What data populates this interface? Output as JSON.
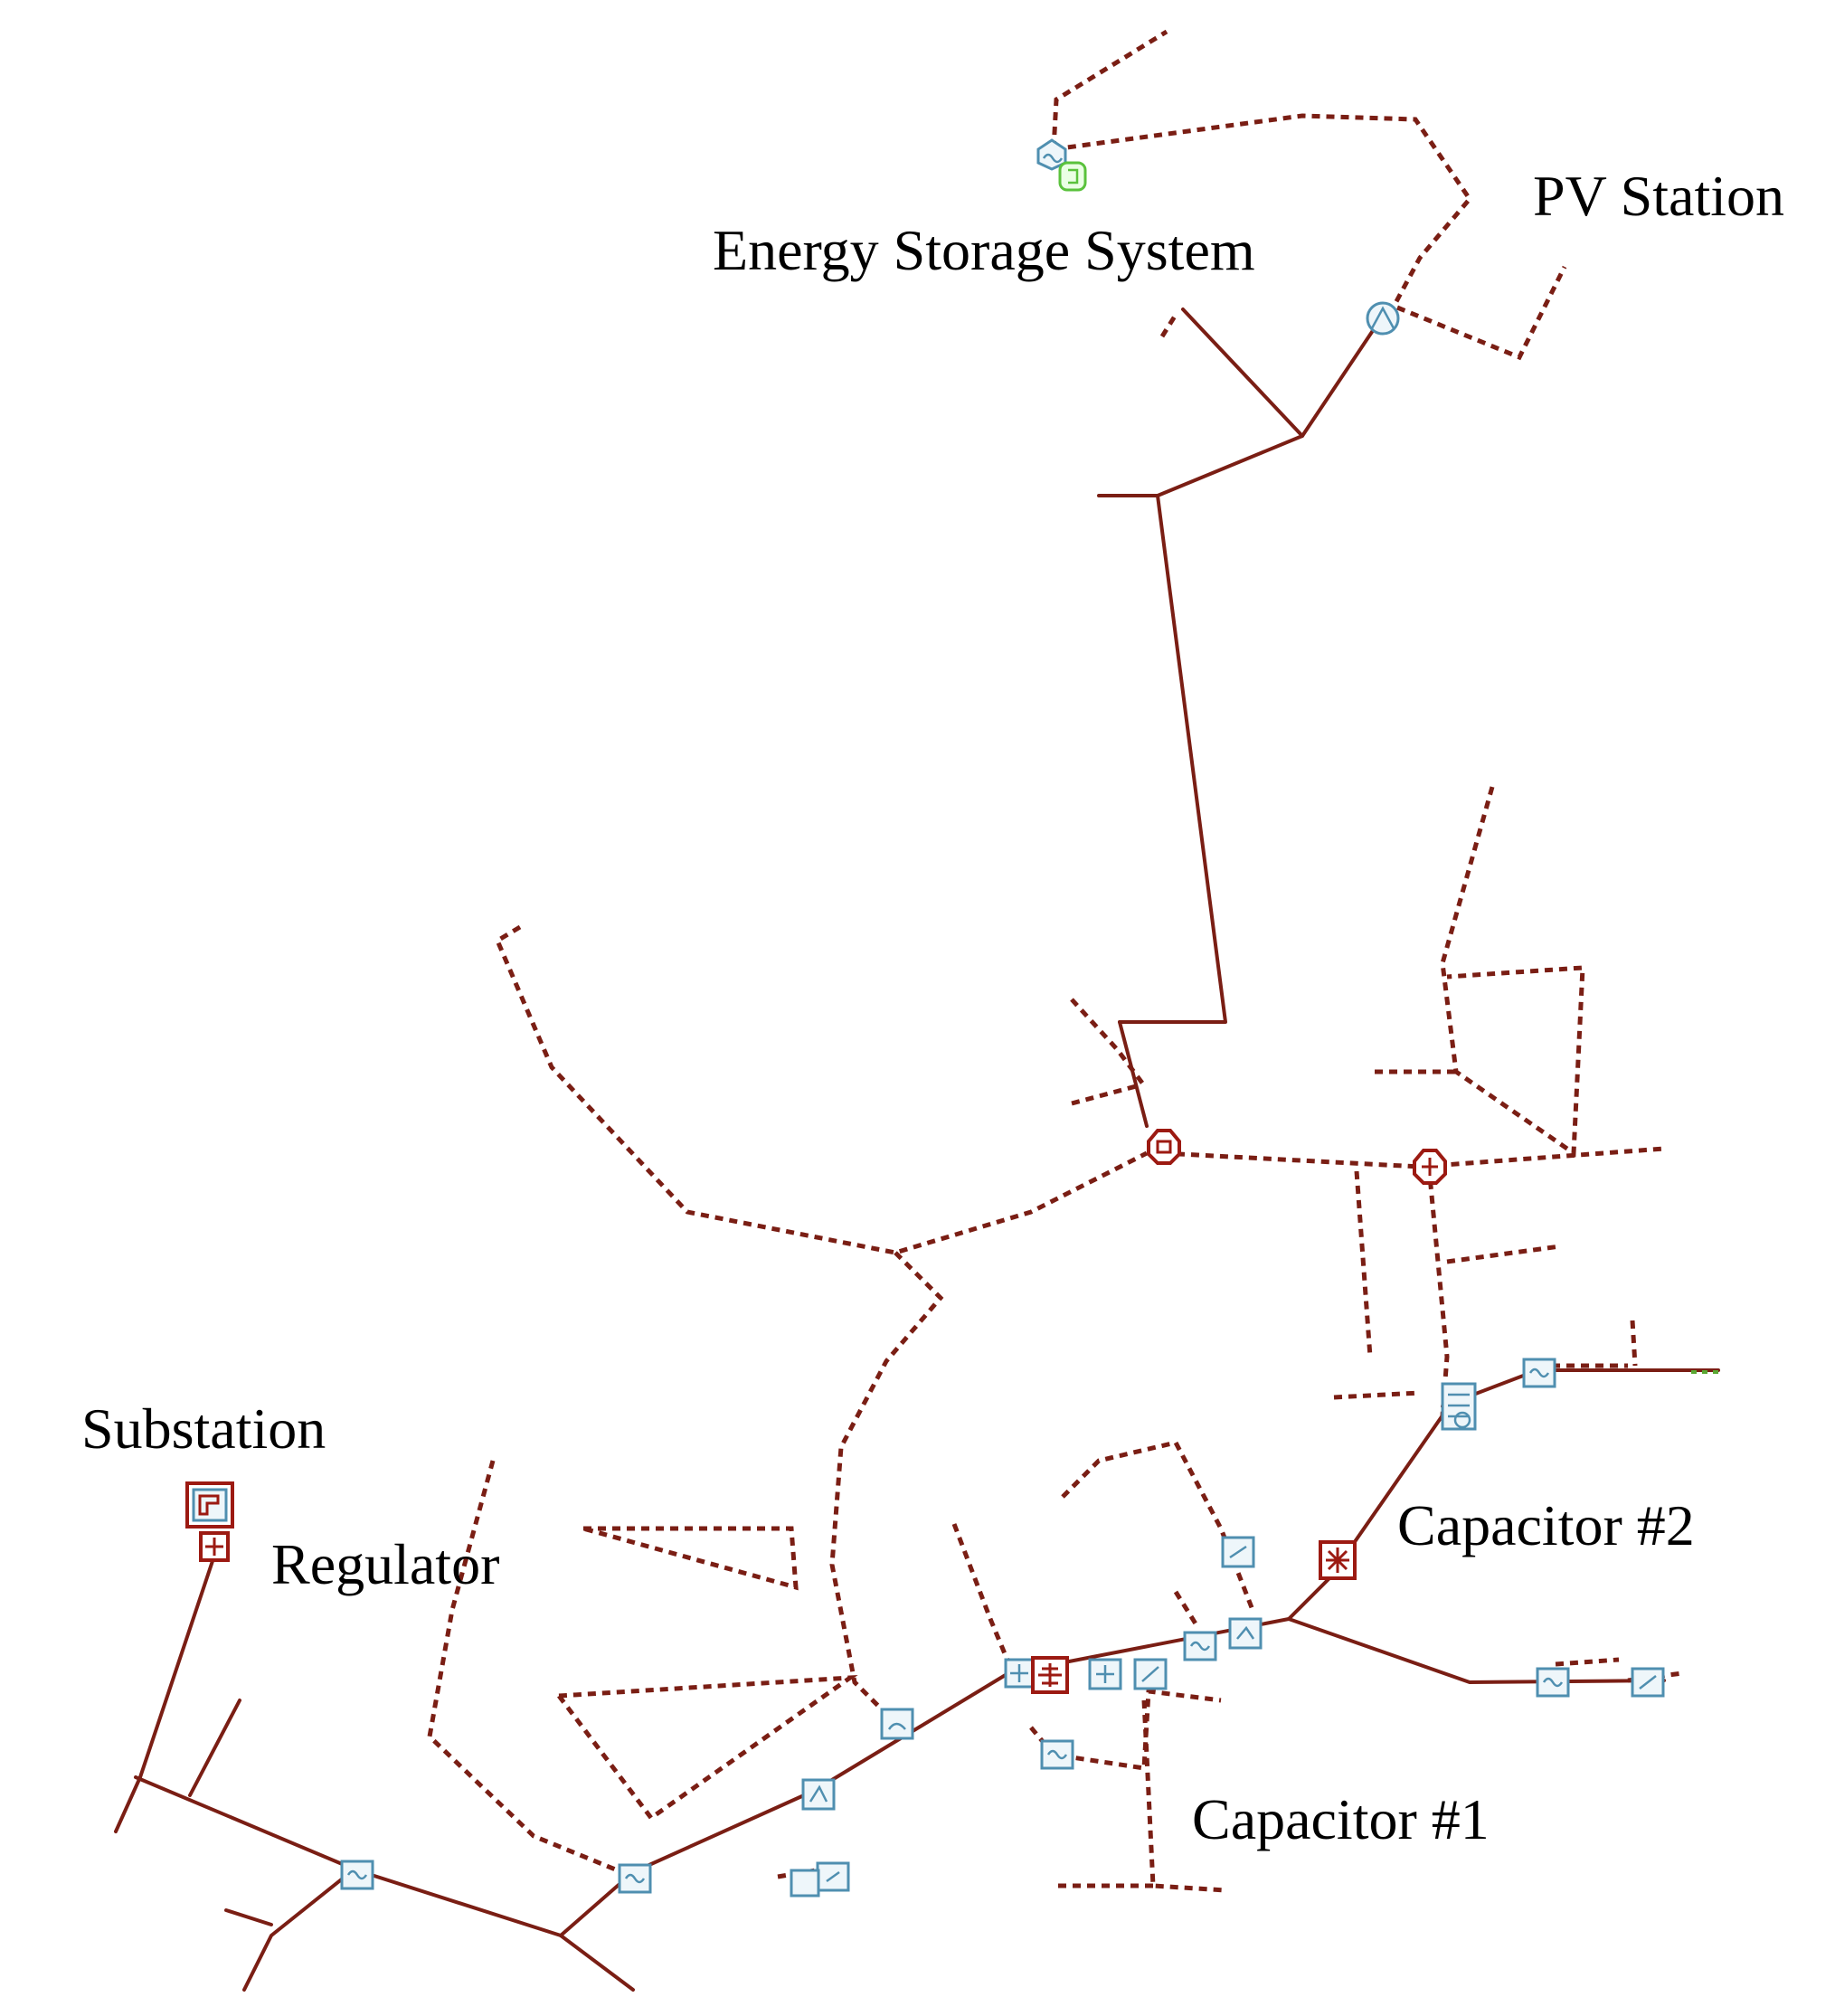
{
  "labels": {
    "energy_storage": "Energy Storage System",
    "pv_station": "PV Station",
    "substation": "Substation",
    "regulator": "Regulator",
    "capacitor_2": "Capacitor #2",
    "capacitor_1": "Capacitor #1"
  },
  "colors": {
    "line": "#7a1e14",
    "device_blue": "#4f8fb0",
    "device_red": "#9c1a12",
    "storage_green": "#5ac23c"
  }
}
